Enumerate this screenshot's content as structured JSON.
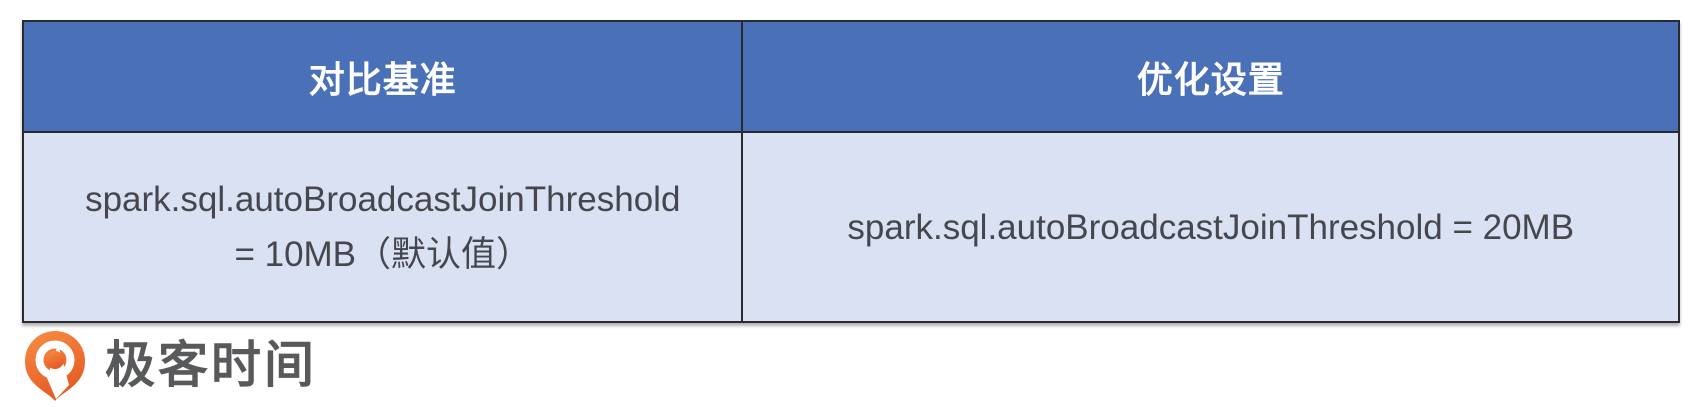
{
  "table": {
    "headers": {
      "baseline": "对比基准",
      "optimized": "优化设置"
    },
    "cells": {
      "baseline_line1": "spark.sql.autoBroadcastJoinThreshold",
      "baseline_line2": "= 10MB（默认值）",
      "optimized": "spark.sql.autoBroadcastJoinThreshold = 20MB"
    }
  },
  "logo": {
    "text": "极客时间",
    "icon": "geektime-pin-icon"
  },
  "colors": {
    "header_bg": "#4A70B8",
    "header_text": "#FFFFFF",
    "row_bg": "#DAE1F2",
    "row_text": "#46464E",
    "border": "#2A2A33",
    "logo_orange_light": "#F78E44",
    "logo_orange_dark": "#E55B25",
    "logo_text": "#58595B"
  }
}
